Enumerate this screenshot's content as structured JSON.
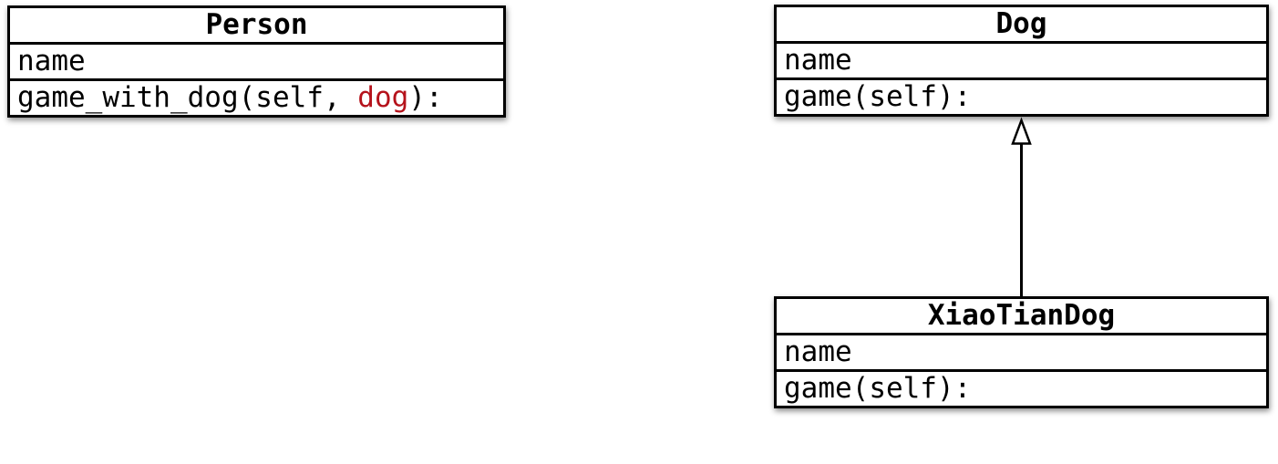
{
  "diagram": {
    "type": "uml-class-diagram",
    "classes": [
      {
        "name": "Person",
        "attributes": [
          "name"
        ],
        "method_segments": [
          {
            "text": "game_with_dog(self, "
          },
          {
            "text": "dog",
            "highlighted": true
          },
          {
            "text": "):"
          }
        ]
      },
      {
        "name": "Dog",
        "attributes": [
          "name"
        ],
        "method": "game(self):"
      },
      {
        "name": "XiaoTianDog",
        "attributes": [
          "name"
        ],
        "method": "game(self):"
      }
    ],
    "relations": [
      {
        "type": "inheritance",
        "child": "XiaoTianDog",
        "parent": "Dog",
        "arrowhead": "hollow-triangle"
      }
    ],
    "colors": {
      "param_highlight": "#b5121b",
      "line": "#000000",
      "box_fill": "#ffffff",
      "page_background": "#ffffff"
    }
  }
}
